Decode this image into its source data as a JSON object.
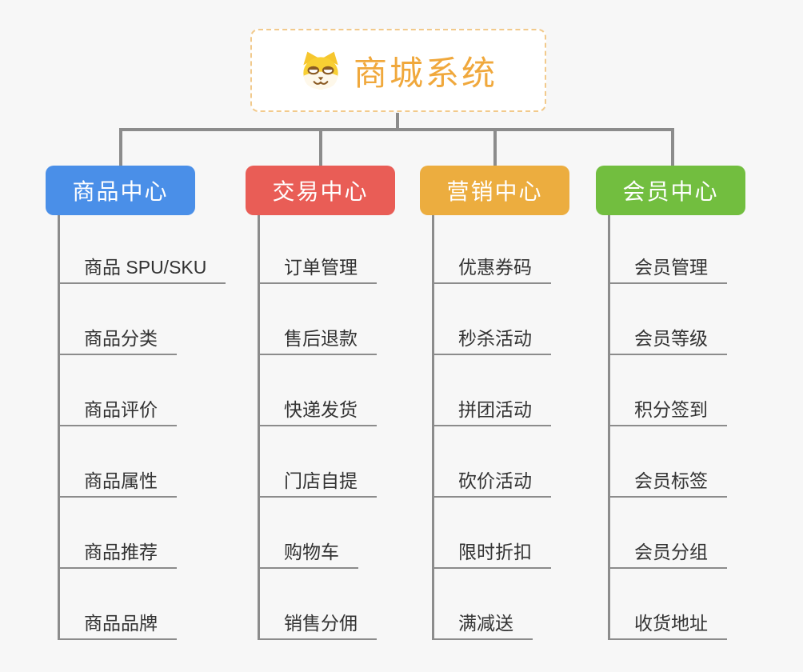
{
  "page": {
    "background": "#F7F7F7",
    "connector_color": "#8C8C8C",
    "leaf_text_color": "#333333"
  },
  "root": {
    "title": "商城系统",
    "icon": "dog-icon",
    "text_color": "#F0A83C",
    "border_color": "#F2CA8C"
  },
  "branches": [
    {
      "label": "商品中心",
      "color": "#4A8FE8",
      "children": [
        "商品 SPU/SKU",
        "商品分类",
        "商品评价",
        "商品属性",
        "商品推荐",
        "商品品牌"
      ]
    },
    {
      "label": "交易中心",
      "color": "#E95D56",
      "children": [
        "订单管理",
        "售后退款",
        "快递发货",
        "门店自提",
        "购物车",
        "销售分佣"
      ]
    },
    {
      "label": "营销中心",
      "color": "#ECAD3F",
      "children": [
        "优惠券码",
        "秒杀活动",
        "拼团活动",
        "砍价活动",
        "限时折扣",
        "满减送"
      ]
    },
    {
      "label": "会员中心",
      "color": "#72BE3F",
      "children": [
        "会员管理",
        "会员等级",
        "积分签到",
        "会员标签",
        "会员分组",
        "收货地址"
      ]
    }
  ]
}
